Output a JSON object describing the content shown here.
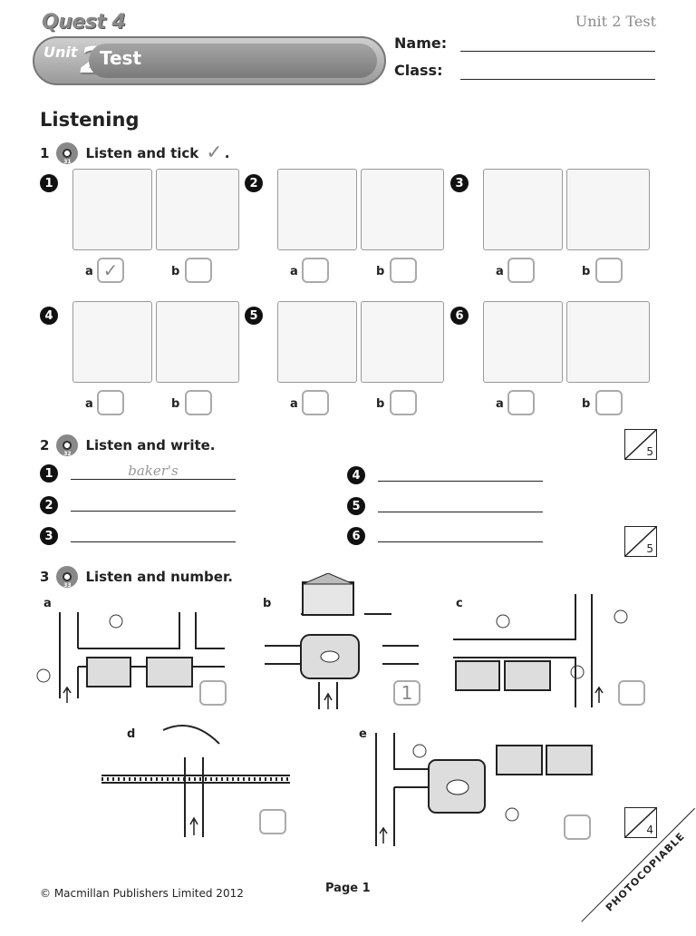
{
  "header": {
    "brand": "Quest 4",
    "top_right": "Unit 2 Test",
    "banner_unit": "Unit",
    "banner_num": "2",
    "banner_test": "Test",
    "name_label": "Name:",
    "class_label": "Class:"
  },
  "section_title": "Listening",
  "q1": {
    "num": "1",
    "cd": "31",
    "instruction": "Listen and tick",
    "tick": "✓",
    "period": ".",
    "items": [
      {
        "n": "1",
        "a_value": "✓",
        "b_value": ""
      },
      {
        "n": "2",
        "a_value": "",
        "b_value": ""
      },
      {
        "n": "3",
        "a_value": "",
        "b_value": ""
      },
      {
        "n": "4",
        "a_value": "",
        "b_value": ""
      },
      {
        "n": "5",
        "a_value": "",
        "b_value": ""
      },
      {
        "n": "6",
        "a_value": "",
        "b_value": ""
      }
    ],
    "a": "a",
    "b": "b",
    "score": "5"
  },
  "q2": {
    "num": "2",
    "cd": "32",
    "instruction": "Listen and write.",
    "answers": [
      {
        "n": "1",
        "value": "baker's"
      },
      {
        "n": "2",
        "value": ""
      },
      {
        "n": "3",
        "value": ""
      },
      {
        "n": "4",
        "value": ""
      },
      {
        "n": "5",
        "value": ""
      },
      {
        "n": "6",
        "value": ""
      }
    ],
    "score": "5"
  },
  "q3": {
    "num": "3",
    "cd": "33",
    "instruction": "Listen and number.",
    "maps": [
      {
        "label": "a",
        "value": ""
      },
      {
        "label": "b",
        "value": "1"
      },
      {
        "label": "c",
        "value": ""
      },
      {
        "label": "d",
        "value": ""
      },
      {
        "label": "e",
        "value": ""
      }
    ],
    "score": "4"
  },
  "footer": {
    "copyright": "© Macmillan Publishers Limited 2012",
    "page": "Page 1",
    "photocopiable": "PHOTOCOPIABLE"
  }
}
